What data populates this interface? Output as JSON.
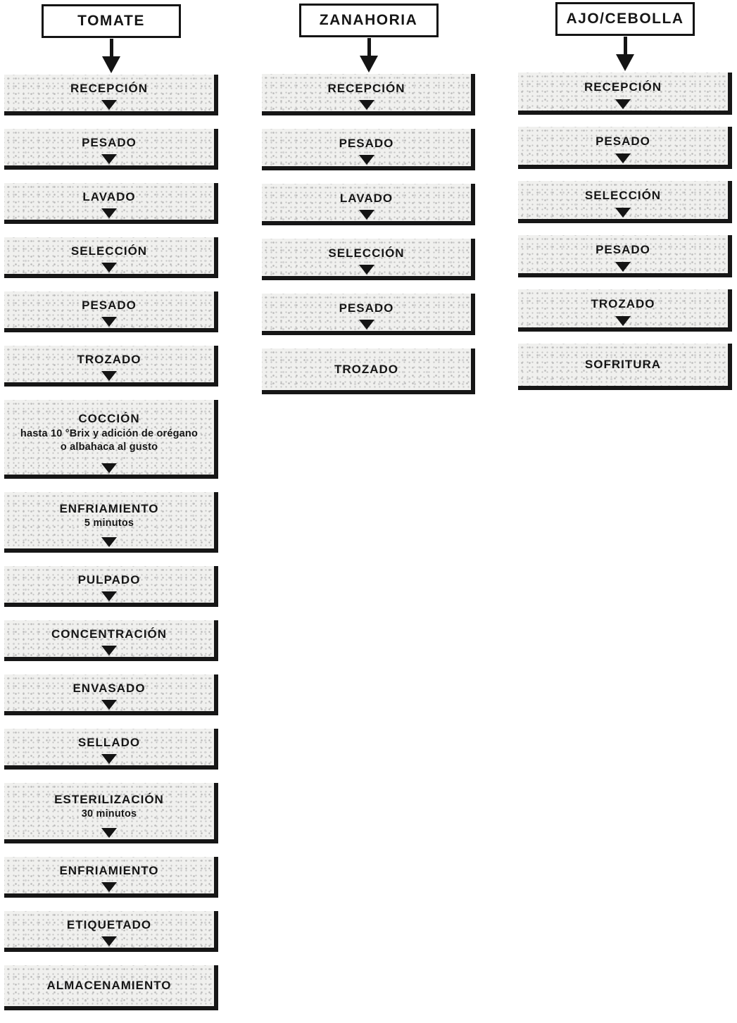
{
  "diagram": {
    "kind": "process-flow",
    "language": "es"
  },
  "colors": {
    "ink": "#141414",
    "box_fill": "#f0f0ee",
    "background": "#ffffff"
  },
  "columns": [
    {
      "id": "tomate",
      "header": "TOMATE",
      "steps": [
        {
          "label": "RECEPCIÓN"
        },
        {
          "label": "PESADO"
        },
        {
          "label": "LAVADO"
        },
        {
          "label": "SELECCIÓN"
        },
        {
          "label": "PESADO"
        },
        {
          "label": "TROZADO"
        },
        {
          "label": "COCCIÓN",
          "sub": "hasta 10 °Brix y adición de orégano o albahaca al gusto"
        },
        {
          "label": "ENFRIAMIENTO",
          "sub": "5 minutos"
        },
        {
          "label": "PULPADO"
        },
        {
          "label": "CONCENTRACIÓN"
        },
        {
          "label": "ENVASADO"
        },
        {
          "label": "SELLADO"
        },
        {
          "label": "ESTERILIZACIÓN",
          "sub": "30 minutos"
        },
        {
          "label": "ENFRIAMIENTO"
        },
        {
          "label": "ETIQUETADO"
        },
        {
          "label": "ALMACENAMIENTO"
        }
      ]
    },
    {
      "id": "zanahoria",
      "header": "ZANAHORIA",
      "steps": [
        {
          "label": "RECEPCIÓN"
        },
        {
          "label": "PESADO"
        },
        {
          "label": "LAVADO"
        },
        {
          "label": "SELECCIÓN"
        },
        {
          "label": "PESADO"
        },
        {
          "label": "TROZADO"
        }
      ]
    },
    {
      "id": "ajo-cebolla",
      "header": "AJO/CEBOLLA",
      "steps": [
        {
          "label": "RECEPCIÓN"
        },
        {
          "label": "PESADO"
        },
        {
          "label": "SELECCIÓN"
        },
        {
          "label": "PESADO"
        },
        {
          "label": "TROZADO"
        },
        {
          "label": "SOFRITURA"
        }
      ]
    }
  ]
}
